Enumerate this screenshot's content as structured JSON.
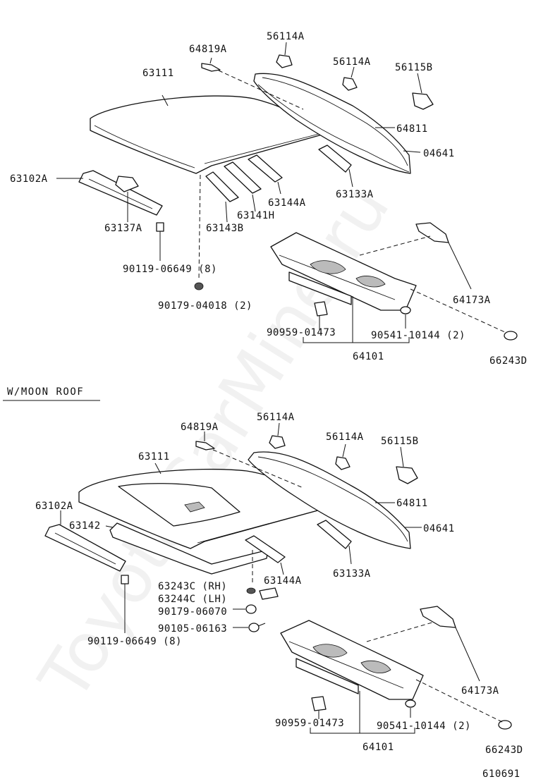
{
  "watermark": "ToyotaCarMine.ru",
  "diagram_number": "610691",
  "section_moon_roof_title": "W/MOON ROOF",
  "top": {
    "roof_panel": "63111",
    "retainer_64819": "64819A",
    "clip_56114a_1": "56114A",
    "clip_56114a_2": "56114A",
    "clip_56115b": "56115B",
    "molding_64811": "64811",
    "molding_04641": "04641",
    "header_63102a": "63102A",
    "bracket_63137a": "63137A",
    "bow_63143b": "63143B",
    "bow_63141h": "63141H",
    "bow_63144a": "63144A",
    "bow_63133a": "63133A",
    "screw_90119": "90119-06649 (8)",
    "grommet_90179": "90179-04018 (2)",
    "panel_64173a": "64173A",
    "clip_90959": "90959-01473",
    "nut_90541": "90541-10144 (2)",
    "shelf_64101": "64101",
    "cap_66243d": "66243D"
  },
  "moon": {
    "retainer_64819": "64819A",
    "clip_56114a_1": "56114A",
    "clip_56114a_2": "56114A",
    "clip_56115b": "56115B",
    "roof_panel": "63111",
    "header_63102a": "63102A",
    "frame_63142": "63142",
    "molding_64811": "64811",
    "molding_04641": "04641",
    "bow_63133a": "63133A",
    "bracket_rh": "63243C (RH)",
    "bracket_lh": "63244C (LH)",
    "bow_63144a": "63144A",
    "nut_90179": "90179-06070",
    "bolt_90105": "90105-06163",
    "screw_90119": "90119-06649 (8)",
    "panel_64173a": "64173A",
    "clip_90959": "90959-01473",
    "nut_90541": "90541-10144 (2)",
    "shelf_64101": "64101",
    "cap_66243d": "66243D"
  }
}
